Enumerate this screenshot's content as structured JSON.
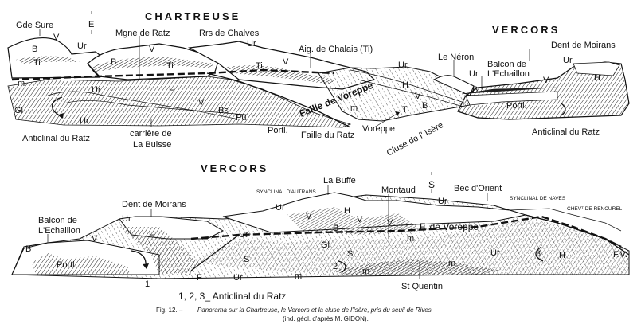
{
  "top": {
    "region_chartreuse": "CHARTREUSE",
    "region_vercors": "VERCORS",
    "marker_e": "E",
    "gde_sure": "Gde Sure",
    "mgne_de_ratz": "Mgne de Ratz",
    "rrs_de_chalves": "Rrs de Chalves",
    "aig_chalais": "Aig. de Chalais (Ti)",
    "le_neron": "Le Néron",
    "balcon_1": "Balcon de",
    "balcon_2": "L'Echaillon",
    "dent_moirans": "Dent de Moirans",
    "anticlinal_left": "Anticlinal du Ratz",
    "anticlinal_right": "Anticlinal du Ratz",
    "carriere_1": "carrière de",
    "carriere_2": "La Buisse",
    "portl_1": "Portl.",
    "portl_2": "Portl.",
    "faille_ratz": "Faille du Ratz",
    "faille_voreppe": "Faille de Voreppe",
    "voreppe": "Voreppe",
    "cluse": "Cluse de l' Isère",
    "symbols": {
      "V": "V",
      "Ur": "Ur",
      "B": "B",
      "Ti": "Ti",
      "H": "H",
      "Gl": "Gl",
      "m": "m",
      "Bs": "Bs",
      "Pu": "Pu"
    }
  },
  "bottom": {
    "region_vercors": "VERCORS",
    "marker_s": "S",
    "synclinal_autrans": "SYNCLINAL D'AUTRANS",
    "la_buffe": "La Buffe",
    "montaud": "Montaud",
    "bec_orient": "Bec d'Orient",
    "synclinal_naves": "SYNCLINAL DE NAVES",
    "chev_rencurel": "CHEVᵀ DE RENCUREL",
    "dent_moirans": "Dent de Moirans",
    "balcon_1": "Balcon de",
    "balcon_2": "L'Echaillon",
    "portl": "Portl.",
    "f_voreppe": "F. de Voreppe",
    "fv": "F.V.",
    "st_quentin": "St Quentin",
    "anticlinal_legend": "1, 2, 3_ Anticlinal du Ratz",
    "n1": "1",
    "n2": "2",
    "n3": "3",
    "F": "F",
    "symbols": {
      "V": "V",
      "Ur": "Ur",
      "B": "B",
      "H": "H",
      "Gl": "Gl",
      "m": "m",
      "S": "S"
    }
  },
  "caption": {
    "fig": "Fig. 12. –",
    "line1": "Panorama sur la Chartreuse, le Vercors et la cluse de l'Isère, pris du seuil de Rives",
    "line2": "(ind. géol. d'après M. GIDON)."
  }
}
